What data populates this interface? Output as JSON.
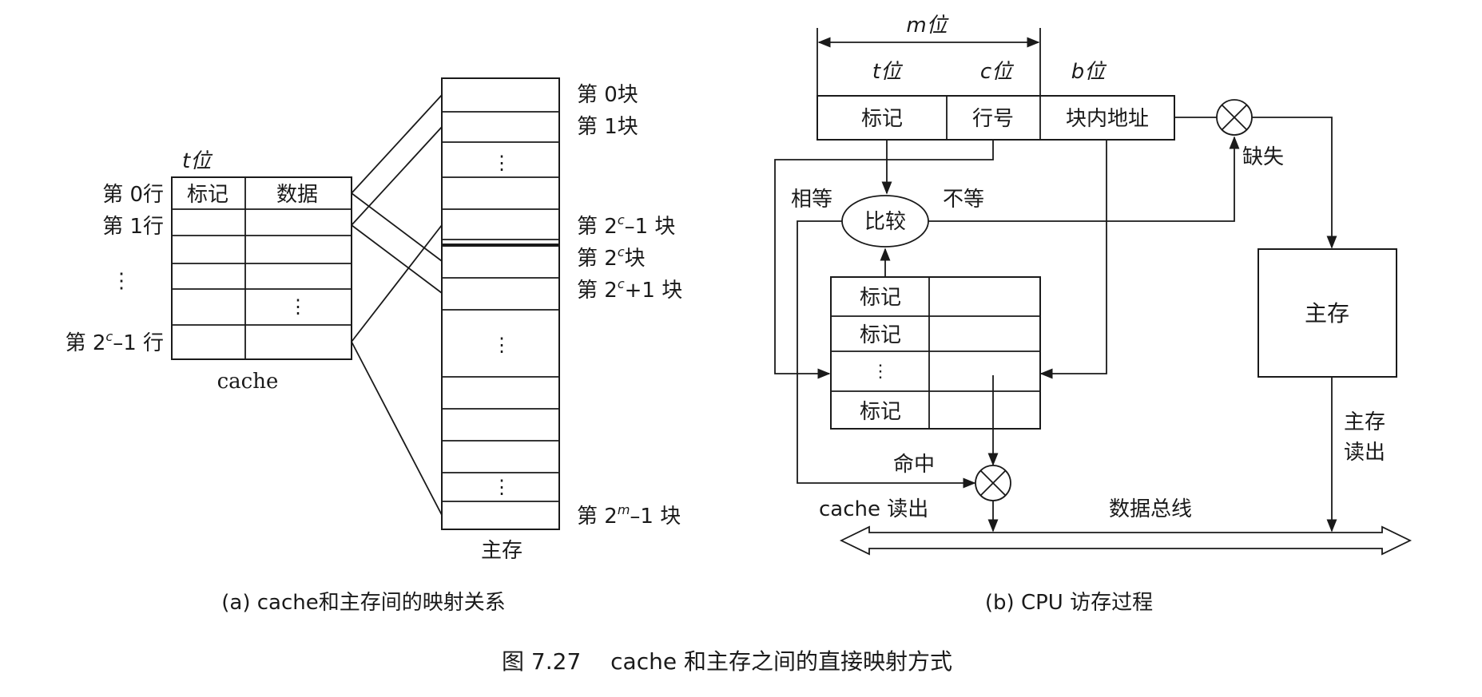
{
  "panel_a": {
    "t_bits_label": "t位",
    "cache_header": {
      "tag": "标记",
      "data": "数据"
    },
    "cache_row_labels": {
      "row0": "第 0行",
      "row1": "第 1行",
      "dots": "⋮",
      "last_prefix": "第 2",
      "last_sup": "c",
      "last_suffix": "–1 行"
    },
    "cache_inner_dots": "⋮",
    "cache_caption": "cache",
    "memory_block_labels": {
      "b0": "第 0块",
      "b1": "第 1块",
      "b2c_minus1_prefix": "第 2",
      "b2c_minus1_sup": "c",
      "b2c_minus1_suffix": "–1 块",
      "b2c_prefix": "第 2",
      "b2c_sup": "c",
      "b2c_suffix": "块",
      "b2c_plus1_prefix": "第 2",
      "b2c_plus1_sup": "c",
      "b2c_plus1_suffix": "+1 块",
      "b2m_minus1_prefix": "第 2",
      "b2m_minus1_sup": "m",
      "b2m_minus1_suffix": "–1 块"
    },
    "memory_dots": "⋮",
    "memory_caption": "主存",
    "caption": "(a) cache和主存间的映射关系"
  },
  "panel_b": {
    "m_bits_label": "m位",
    "t_bits_label": "t位",
    "c_bits_label": "c位",
    "b_bits_label": "b位",
    "address_fields": {
      "tag": "标记",
      "line": "行号",
      "offset": "块内地址"
    },
    "compare_label": "比较",
    "equal_label": "相等",
    "not_equal_label": "不等",
    "miss_label": "缺失",
    "tag_store_labels": [
      "标记",
      "标记",
      "⋮",
      "标记"
    ],
    "main_memory_label": "主存",
    "memory_read_label_line1": "主存",
    "memory_read_label_line2": "读出",
    "hit_label": "命中",
    "cache_read_label": "cache 读出",
    "data_bus_label": "数据总线",
    "caption": "(b) CPU 访存过程"
  },
  "figure_caption": "图 7.27　 cache 和主存之间的直接映射方式"
}
